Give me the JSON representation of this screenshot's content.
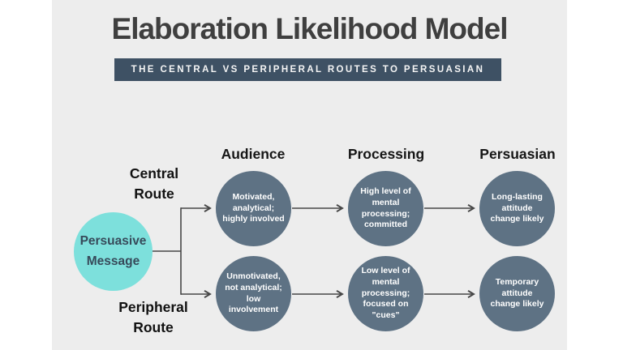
{
  "title": "Elaboration Likelihood Model",
  "banner": {
    "text": "THE CENTRAL VS PERIPHERAL ROUTES TO PERSUASIAN"
  },
  "column_headers": {
    "audience": "Audience",
    "processing": "Processing",
    "persuasion": "Persuasian"
  },
  "route_labels": {
    "central": "Central\nRoute",
    "peripheral": "Peripheral\nRoute"
  },
  "source_node": {
    "label": "Persuasive\nMessage"
  },
  "nodes": {
    "central_audience": "Motivated,\nanalytical;\nhighly involved",
    "central_processing": "High level of\nmental\nprocessing;\ncommitted",
    "central_persuasion": "Long-lasting\nattitude\nchange likely",
    "peripheral_audience": "Unmotivated,\nnot analytical;\nlow\ninvolvement",
    "peripheral_processing": "Low level of\nmental\nprocessing;\nfocused on\n\"cues\"",
    "peripheral_persuasion": "Temporary\nattitude\nchange likely"
  },
  "colors": {
    "page_bg": "#ffffff",
    "panel_bg": "#ededed",
    "title_text": "#3f3f3f",
    "banner_bg": "#3e5164",
    "banner_text": "#f5f5f5",
    "heading_text": "#161616",
    "node_fill": "#5e7284",
    "node_text": "#ffffff",
    "source_fill": "#7de0dc",
    "source_text": "#374a5a",
    "arrow": "#474747"
  }
}
